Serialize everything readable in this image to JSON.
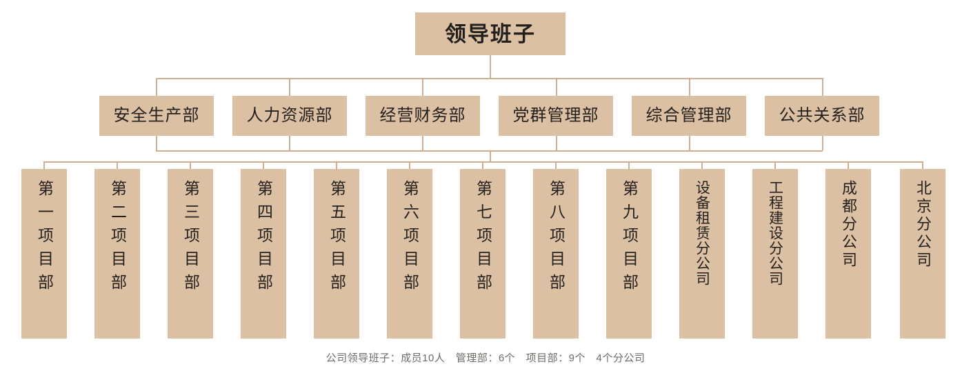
{
  "chart": {
    "title_node": {
      "label": "领导班子"
    },
    "departments": [
      {
        "label": "安全生产部"
      },
      {
        "label": "人力资源部"
      },
      {
        "label": "经营财务部"
      },
      {
        "label": "党群管理部"
      },
      {
        "label": "综合管理部"
      },
      {
        "label": "公共关系部"
      }
    ],
    "units": [
      {
        "label": "第一项目部"
      },
      {
        "label": "第二项目部"
      },
      {
        "label": "第三项目部"
      },
      {
        "label": "第四项目部"
      },
      {
        "label": "第五项目部"
      },
      {
        "label": "第六项目部"
      },
      {
        "label": "第七项目部"
      },
      {
        "label": "第八项目部"
      },
      {
        "label": "第九项目部"
      },
      {
        "label": "设备租赁分公司"
      },
      {
        "label": "工程建设分公司"
      },
      {
        "label": "成都分公司"
      },
      {
        "label": "北京分公司"
      }
    ],
    "footer": "公司领导班子：成员10人　管理部：6个　项目部：9个　4个分公司",
    "colors": {
      "node_fill": "#dcc0a4",
      "connector": "#cdae90",
      "node_text": "#231f1c",
      "footer_text": "#6e6a66",
      "background": "#ffffff"
    }
  }
}
